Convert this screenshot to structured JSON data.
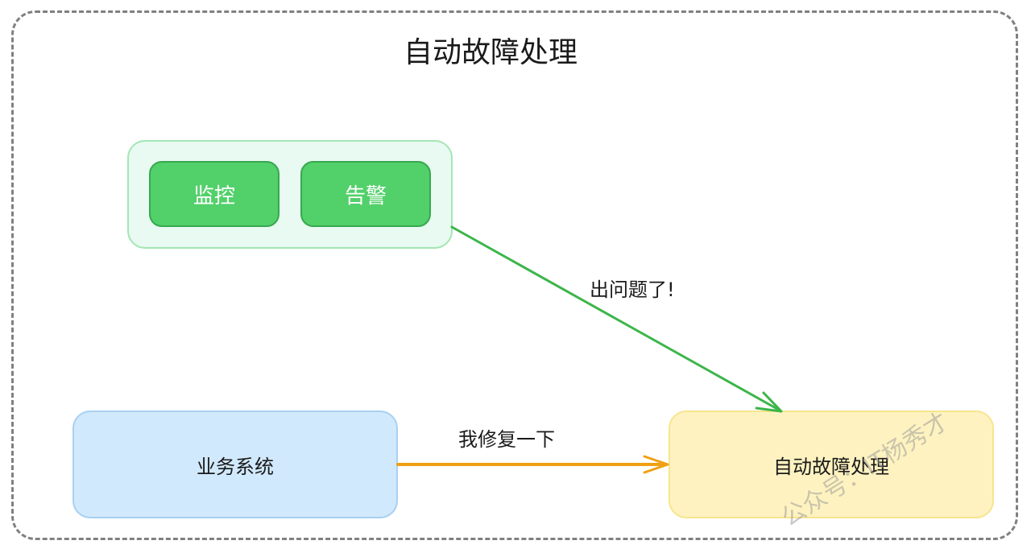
{
  "diagram": {
    "title": "自动故障处理",
    "group_boxes": [
      {
        "label": "监控"
      },
      {
        "label": "告警"
      }
    ],
    "business_box": {
      "label": "业务系统"
    },
    "auto_box": {
      "label": "自动故障处理"
    },
    "edges": [
      {
        "from": "监控/告警",
        "to": "自动故障处理",
        "label": "出问题了!",
        "color": "#3cb54a"
      },
      {
        "from": "业务系统",
        "to": "自动故障处理",
        "label": "我修复一下",
        "color": "#f0a013"
      }
    ],
    "watermark": "公众号：IT杨秀才"
  },
  "colors": {
    "green_fill": "#52d06a",
    "green_group": "#e8faf1",
    "blue_fill": "#d1e9fc",
    "yellow_fill": "#fef3c0",
    "arrow_green": "#3cb54a",
    "arrow_orange": "#f0a013"
  }
}
